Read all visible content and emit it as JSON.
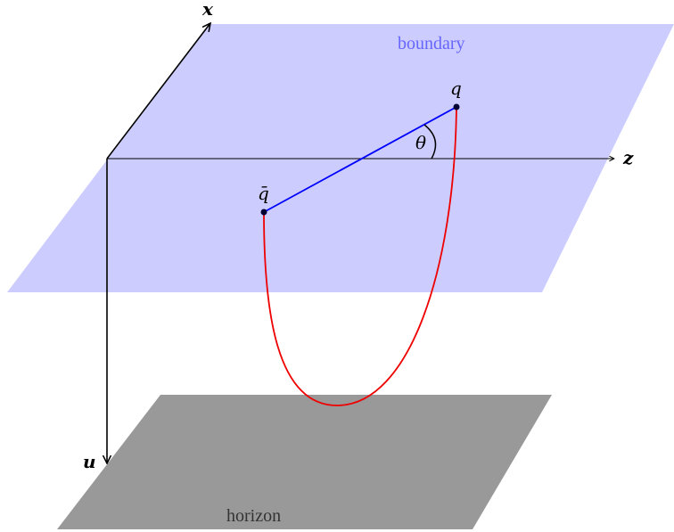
{
  "labels": {
    "boundary": "boundary",
    "horizon": "horizon",
    "axis_x": "x",
    "axis_z": "z",
    "axis_u": "u",
    "quark": "q",
    "antiquark": "q̄",
    "angle": "θ"
  },
  "colors": {
    "boundary_plane": "#ccccff",
    "boundary_text": "#6666ff",
    "horizon_plane": "#999999",
    "horizon_text": "#333333",
    "string_segment": "#0000ff",
    "hanging_string": "#ee0000",
    "axes": "#000000",
    "points": "#000033"
  }
}
